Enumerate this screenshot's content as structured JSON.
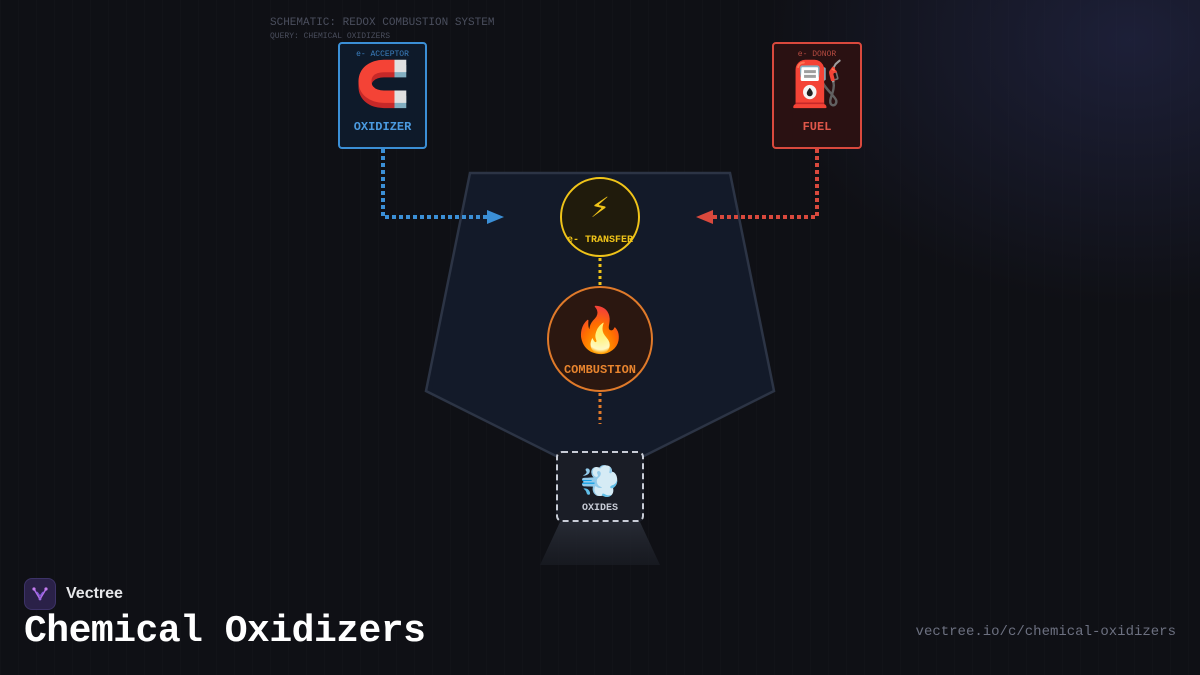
{
  "header": {
    "schematic": "SCHEMATIC: REDOX COMBUSTION SYSTEM",
    "query": "QUERY: CHEMICAL OXIDIZERS"
  },
  "nodes": {
    "oxidizer": {
      "caption": "e- ACCEPTOR",
      "icon": "magnet-icon",
      "glyph": "🧲",
      "label": "OXIDIZER",
      "color": "#3b8fd6"
    },
    "fuel": {
      "caption": "e- DONOR",
      "icon": "fuel-pump-icon",
      "glyph": "⛽",
      "label": "FUEL",
      "color": "#d9493d"
    },
    "transfer": {
      "icon": "lightning-icon",
      "glyph": "⚡",
      "label": "e- TRANSFER",
      "color": "#f0c419"
    },
    "combustion": {
      "icon": "fire-icon",
      "glyph": "🔥",
      "label": "COMBUSTION",
      "color": "#e07a2a"
    },
    "oxides": {
      "icon": "smoke-icon",
      "glyph": "💨",
      "label": "OXIDES",
      "color": "#c8ccd6"
    }
  },
  "brand": {
    "name": "Vectree",
    "logo_icon": "vectree-logo-icon"
  },
  "title": "Chemical Oxidizers",
  "url": "vectree.io/c/chemical-oxidizers"
}
